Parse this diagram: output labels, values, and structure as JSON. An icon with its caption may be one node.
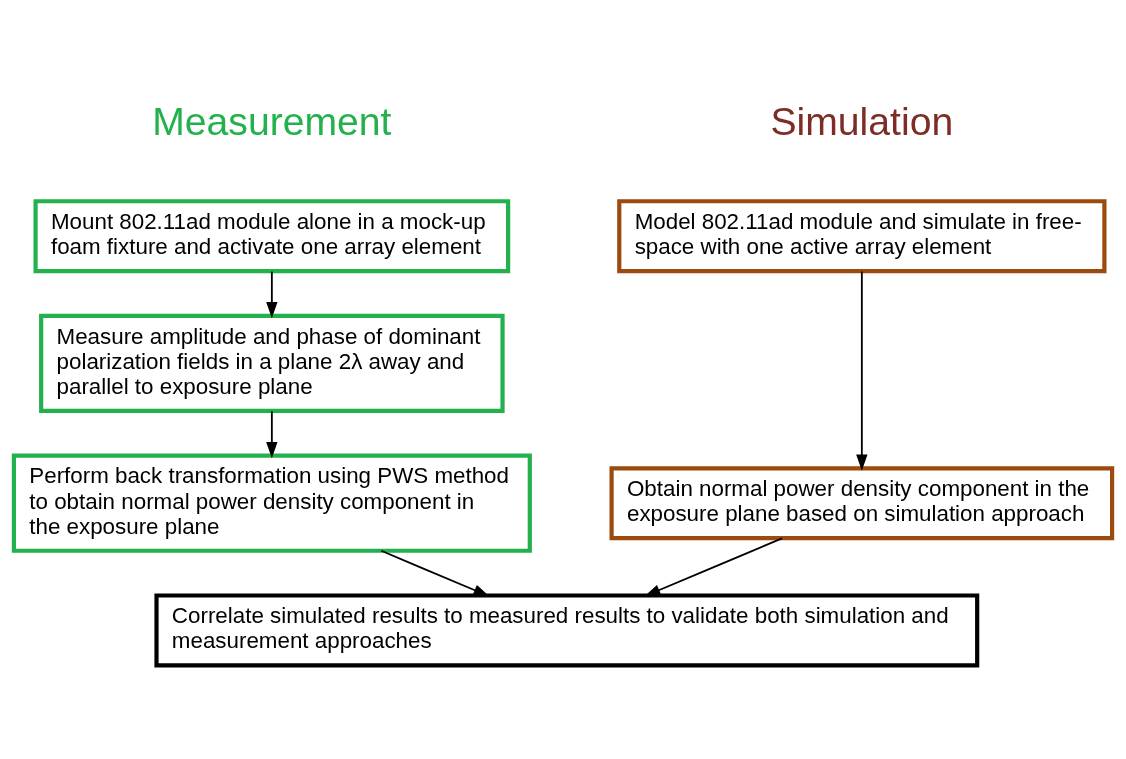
{
  "diagram": {
    "nodes": [
      {
        "text": [
          "Model 802.11ad module and simulate in free-space with one active array element"
        ]
      },
      {
        "text": [
          "Obtain normal power density component in the exposure plane based on simulation approach"
        ]
      },
      {
        "text": [
          "Mount 802.11ad module alone in a mock-up foam fixture and activate one array element"
        ]
      },
      {
        "text": [
          "Measure amplitude and phase of dominant polarization fields in a plane 2λ away and parallel to exposure plane"
        ]
      },
      {
        "text": [
          "Perform back transformation using PWS method to obtain normal power density component in the exposure plane"
        ]
      },
      {
        "text": [
          "Correlate simulated results to measured results to validate both simulation and measurement approaches"
        ]
      }
    ],
    "edges": [
      {
        "from": 0,
        "to": 1,
        "arrow": "to"
      },
      {
        "from": 2,
        "to": 3,
        "arrow": "to"
      },
      {
        "from": 3,
        "to": 4,
        "arrow": "to"
      },
      {
        "from": 1,
        "to": 5,
        "arrow": "to"
      },
      {
        "from": 4,
        "to": 5,
        "arrow": "to"
      }
    ],
    "labels": [
      "Simulation",
      "Measurement"
    ]
  }
}
